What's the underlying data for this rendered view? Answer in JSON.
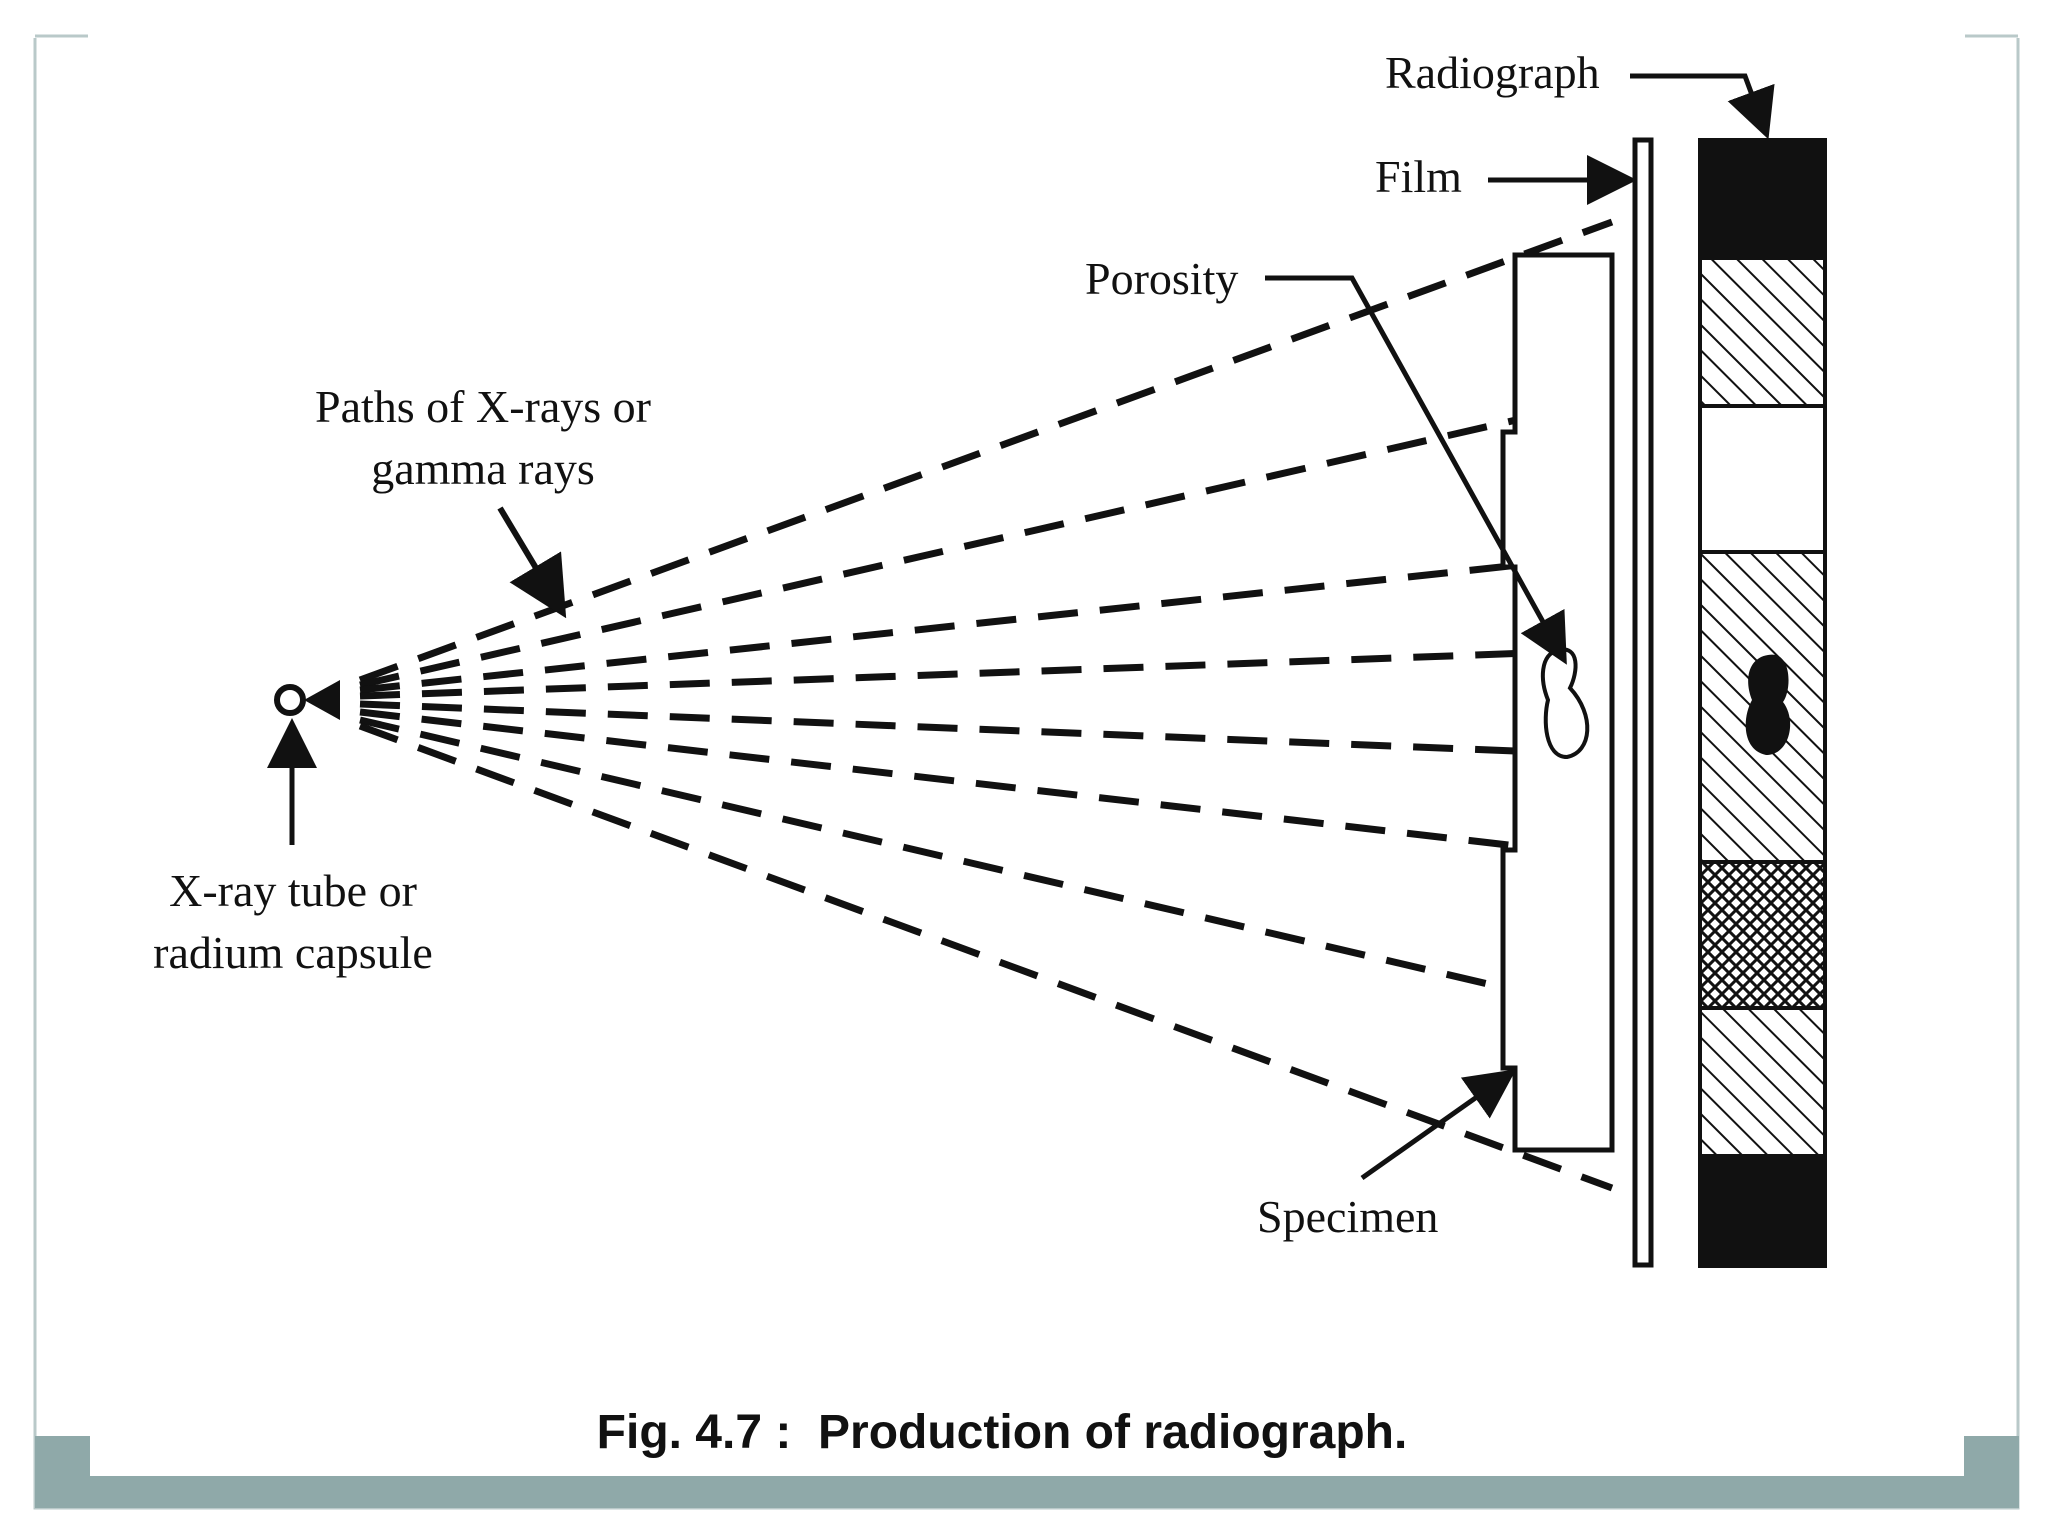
{
  "labels": {
    "radiograph": "Radiograph",
    "film": "Film",
    "porosity": "Porosity",
    "paths_line1": "Paths of X-rays or",
    "paths_line2": "gamma rays",
    "source_line1": "X-ray tube or",
    "source_line2": "radium capsule",
    "specimen": "Specimen"
  },
  "caption": "Fig. 4.7 :  Production of radiograph.",
  "colors": {
    "frame": "#b9c9c9",
    "footer_band": "#8fa9a9",
    "ink": "#111111",
    "background": "#ffffff"
  },
  "radiograph_bands": [
    "dark",
    "hatched",
    "light",
    "hatched-with-spot",
    "cross-hatched",
    "hatched",
    "dark"
  ]
}
